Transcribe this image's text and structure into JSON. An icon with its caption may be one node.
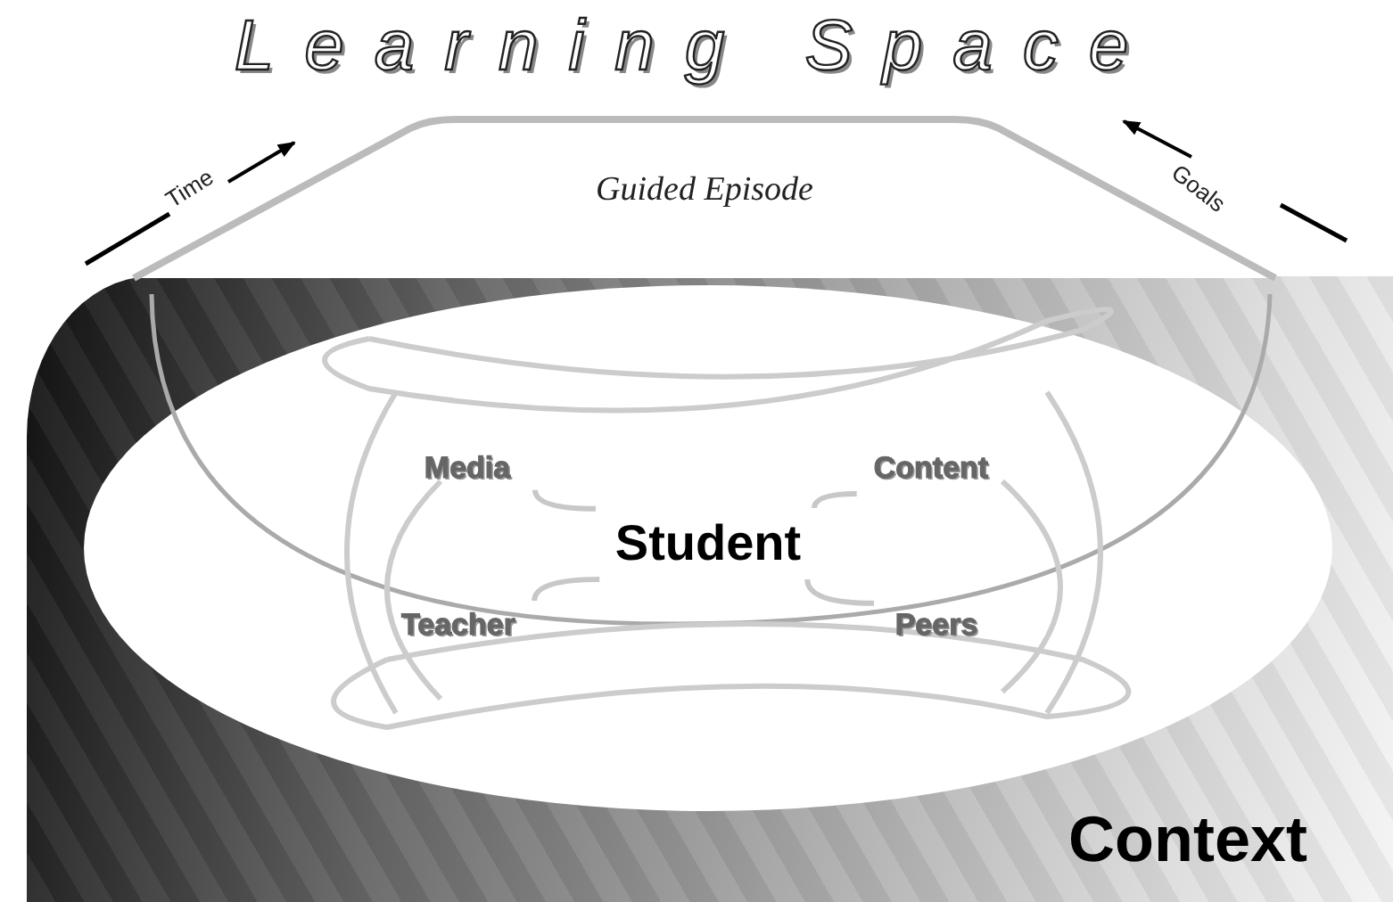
{
  "diagram": {
    "title": "Learning Space",
    "nodes": [
      {
        "text": [
          "Context"
        ]
      },
      {
        "text": [
          "Guided Episode"
        ]
      },
      {
        "text": [],
        "shape": "ellipse",
        "in": 0
      },
      {
        "text": [
          "Student"
        ],
        "in": 2
      },
      {
        "text": [
          "Media"
        ],
        "in": 2
      },
      {
        "text": [
          "Content"
        ],
        "in": 2
      },
      {
        "text": [
          "Teacher"
        ],
        "in": 2
      },
      {
        "text": [
          "Peers"
        ],
        "in": 2
      }
    ],
    "edges": [
      {
        "from": 3,
        "to": 4,
        "arrow": "none"
      },
      {
        "from": 3,
        "to": 5,
        "arrow": "none"
      },
      {
        "from": 3,
        "to": 6,
        "arrow": "none"
      },
      {
        "from": 3,
        "to": 7,
        "arrow": "none"
      }
    ],
    "labels": [
      "Time",
      "Goals"
    ]
  }
}
